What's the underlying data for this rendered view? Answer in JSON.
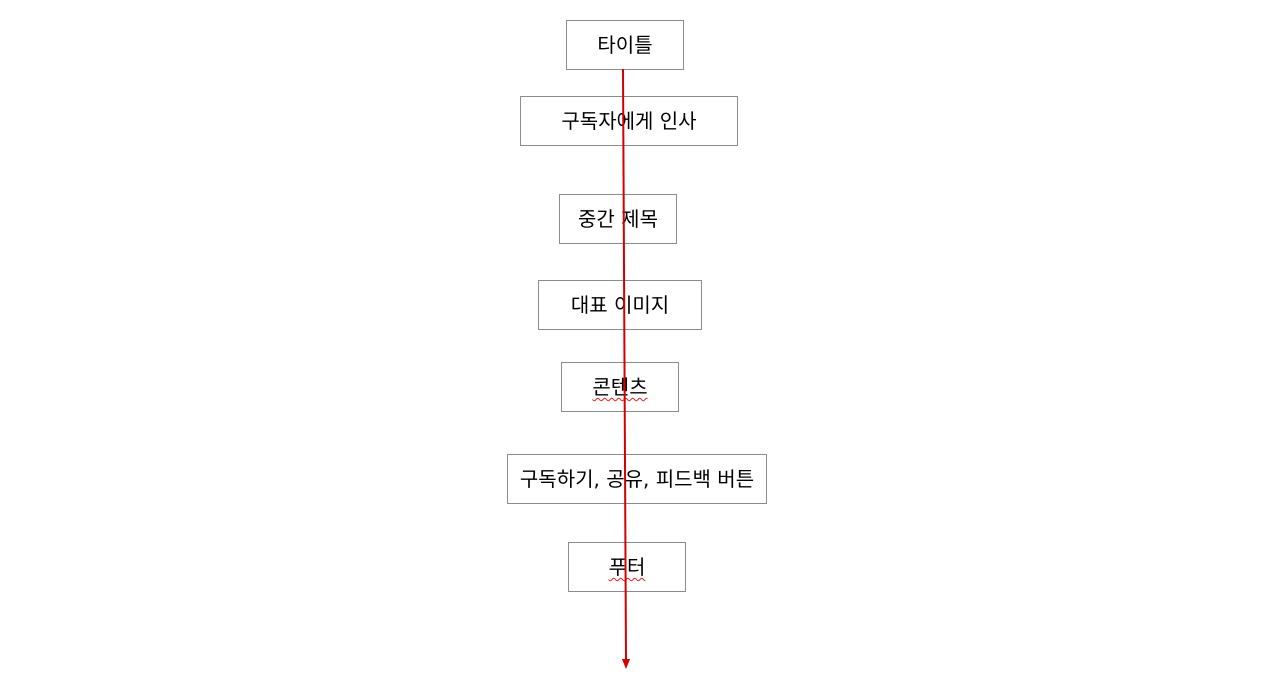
{
  "diagram": {
    "boxes": [
      {
        "label": "타이틀"
      },
      {
        "label": "구독자에게 인사"
      },
      {
        "label": "중간 제목"
      },
      {
        "label": "대표 이미지"
      },
      {
        "label": "콘텐츠"
      },
      {
        "label": "구독하기, 공유, 피드백 버튼"
      },
      {
        "label": "푸터"
      }
    ],
    "arrow_color": "#d40000"
  }
}
